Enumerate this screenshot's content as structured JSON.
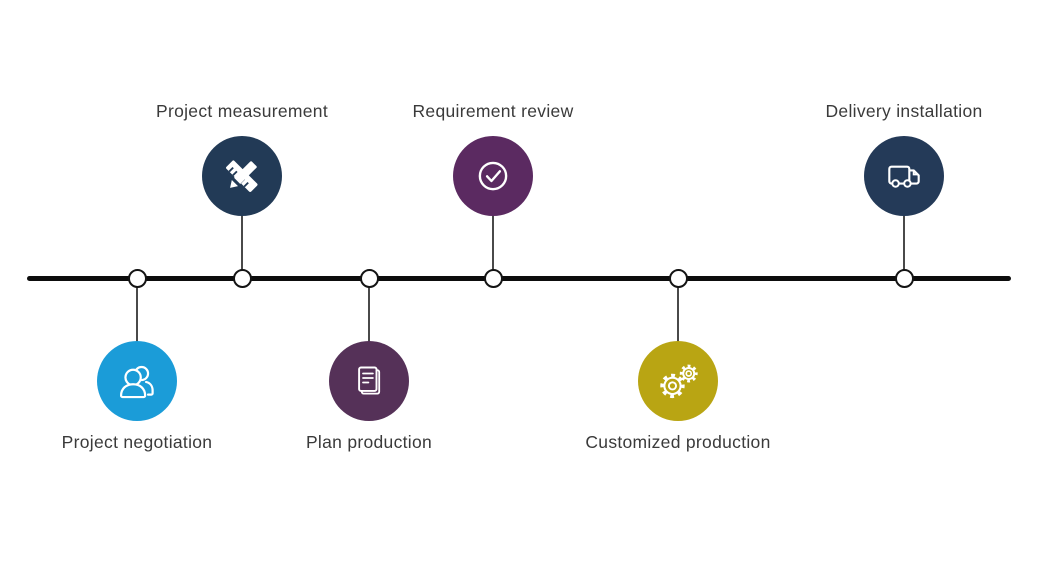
{
  "diagram": {
    "type": "process-timeline",
    "background_color": "#ffffff",
    "line_color": "#0d0d0d",
    "connector_color": "#4a4a4a",
    "node_fill": "#ffffff",
    "node_border": "#141414",
    "label_color": "#3a3a3a",
    "steps": [
      {
        "label": "Project negotiation",
        "position": "below",
        "icon": "people-icon",
        "color": "#1b9cd8"
      },
      {
        "label": "Project measurement",
        "position": "above",
        "icon": "ruler-pencil-icon",
        "color": "#223a56"
      },
      {
        "label": "Plan production",
        "position": "below",
        "icon": "document-icon",
        "color": "#553158"
      },
      {
        "label": "Requirement review",
        "position": "above",
        "icon": "check-circle-icon",
        "color": "#5b2a61"
      },
      {
        "label": "Customized production",
        "position": "below",
        "icon": "gears-icon",
        "color": "#b9a513"
      },
      {
        "label": "Delivery installation",
        "position": "above",
        "icon": "truck-icon",
        "color": "#243a58"
      }
    ]
  }
}
